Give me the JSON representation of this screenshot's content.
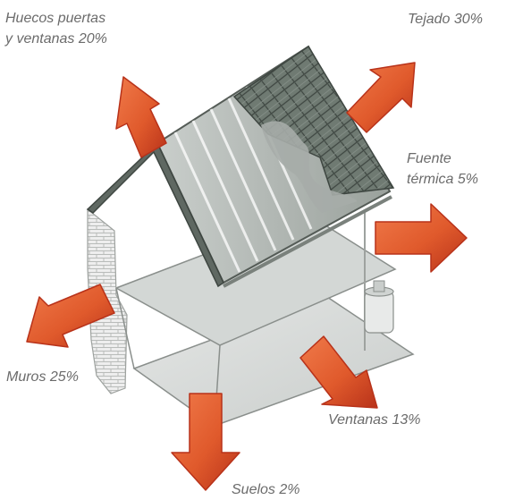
{
  "labels": {
    "huecos_line1": "Huecos puertas",
    "huecos_line2": "y ventanas 20%",
    "tejado": "Tejado 30%",
    "fuente_line1": "Fuente",
    "fuente_line2": "térmica 5%",
    "muros": "Muros 25%",
    "ventanas": "Ventanas 13%",
    "suelos": "Suelos 2%"
  },
  "colors": {
    "arrow_fill": "#e05a2c",
    "arrow_edge": "#b8321a",
    "text": "#6b6b6b",
    "roof_tile": "#6f7a72",
    "floor": "#d9dcda",
    "wall_line": "#8a8f8c"
  },
  "icons": {
    "arrows": "heat-loss-arrow-icon",
    "house": "house-cutaway-illustration"
  }
}
